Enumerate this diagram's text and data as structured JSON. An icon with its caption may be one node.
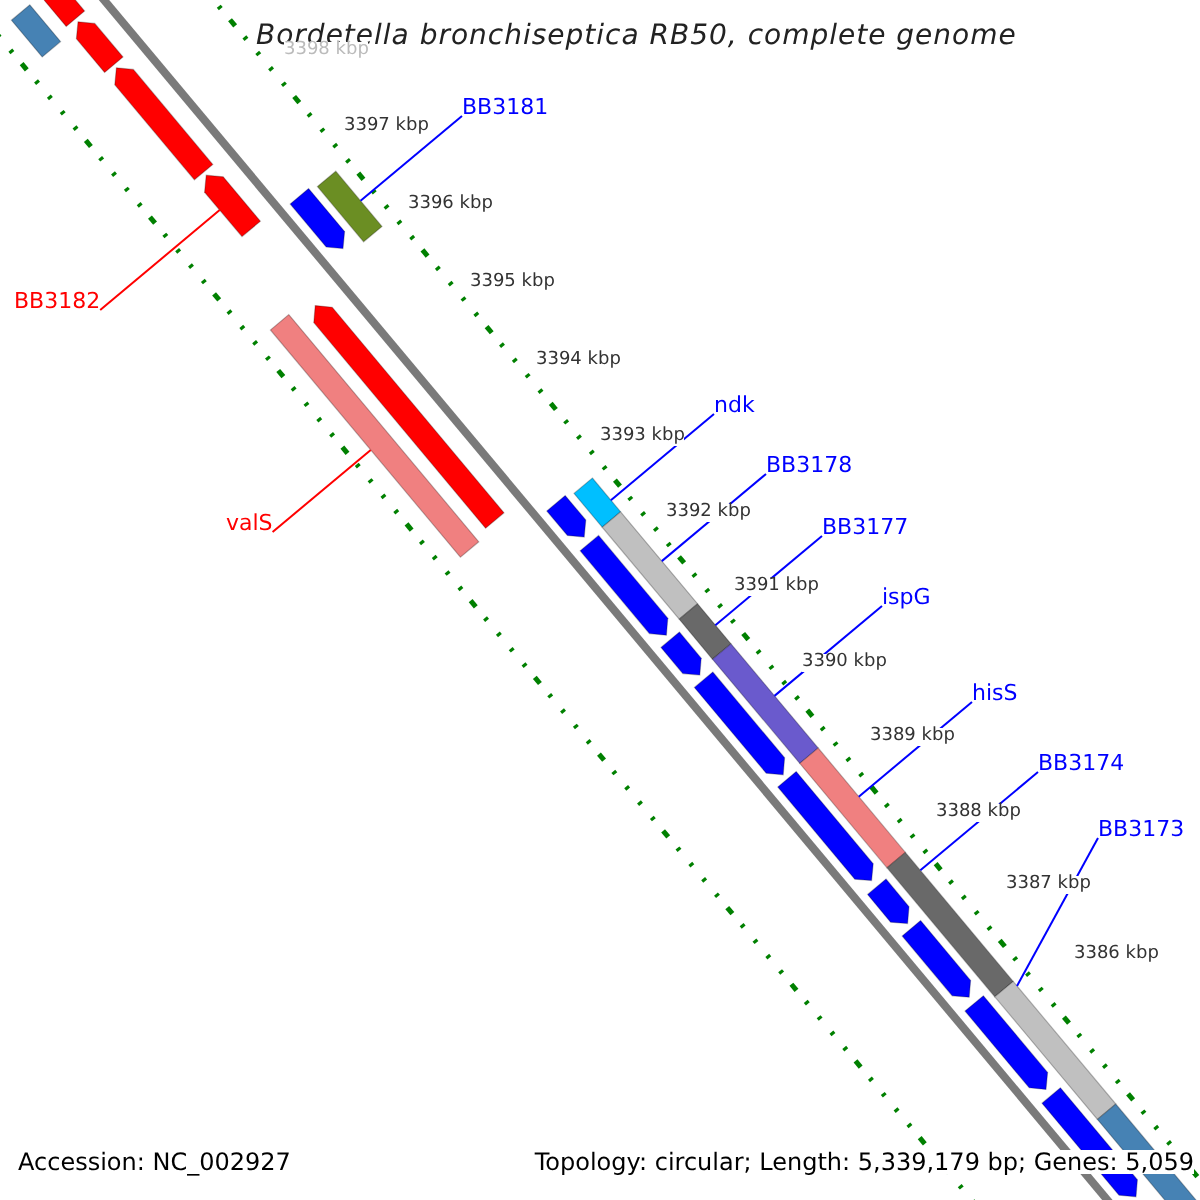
{
  "diagram": {
    "title": "Bordetella bronchiseptica RB50, complete genome",
    "nodes": [
      {
        "text": [
          "BB3181"
        ]
      },
      {
        "text": [],
        "shape": "bar"
      },
      {
        "text": [
          "BB3182"
        ]
      },
      {
        "text": [],
        "shape": "arrow"
      },
      {
        "text": [
          "valS"
        ]
      },
      {
        "text": [],
        "shape": "bar"
      },
      {
        "text": [
          "ndk"
        ]
      },
      {
        "text": [],
        "shape": "bar"
      },
      {
        "text": [
          "BB3178"
        ]
      },
      {
        "text": [],
        "shape": "bar"
      },
      {
        "text": [
          "BB3177"
        ]
      },
      {
        "text": [],
        "shape": "bar"
      },
      {
        "text": [
          "ispG"
        ]
      },
      {
        "text": [],
        "shape": "bar"
      },
      {
        "text": [
          "hisS"
        ]
      },
      {
        "text": [],
        "shape": "bar"
      },
      {
        "text": [
          "BB3174"
        ]
      },
      {
        "text": [],
        "shape": "bar"
      },
      {
        "text": [
          "BB3173"
        ]
      },
      {
        "text": [],
        "shape": "bar"
      },
      {
        "text": [],
        "shape": "arrow"
      },
      {
        "text": [],
        "shape": "bar"
      },
      {
        "text": [],
        "shape": "arrow"
      },
      {
        "text": [],
        "shape": "arrow"
      },
      {
        "text": [],
        "shape": "arrow"
      },
      {
        "text": [],
        "shape": "arrow"
      },
      {
        "text": [],
        "shape": "arrow"
      },
      {
        "text": [],
        "shape": "arrow"
      },
      {
        "text": [],
        "shape": "arrow"
      },
      {
        "text": [],
        "shape": "arrow"
      },
      {
        "text": [],
        "shape": "arrow"
      },
      {
        "text": [],
        "shape": "arrow"
      },
      {
        "text": [],
        "shape": "arrow"
      },
      {
        "text": [],
        "shape": "arrow"
      },
      {
        "text": [],
        "shape": "arrow"
      },
      {
        "text": [],
        "shape": "bar"
      }
    ],
    "edges": [
      {
        "from": 0,
        "to": 1,
        "arrow": "none"
      },
      {
        "from": 2,
        "to": 3,
        "arrow": "none",
        "color": "#ff0000"
      },
      {
        "from": 4,
        "to": 5,
        "arrow": "none",
        "color": "#ff0000"
      },
      {
        "from": 6,
        "to": 7,
        "arrow": "none"
      },
      {
        "from": 8,
        "to": 9,
        "arrow": "none"
      },
      {
        "from": 10,
        "to": 11,
        "arrow": "none"
      },
      {
        "from": 12,
        "to": 13,
        "arrow": "none"
      },
      {
        "from": 14,
        "to": 15,
        "arrow": "none"
      },
      {
        "from": 16,
        "to": 17,
        "arrow": "none"
      },
      {
        "from": 18,
        "to": 19,
        "arrow": "none"
      }
    ],
    "labels": [
      "3398 kbp",
      "3397 kbp",
      "3396 kbp",
      "3395 kbp",
      "3394 kbp",
      "3393 kbp",
      "3392 kbp",
      "3391 kbp",
      "3390 kbp",
      "3389 kbp",
      "3388 kbp",
      "3387 kbp",
      "3386 kbp",
      "Accession: NC_002927",
      "Topology: circular; Length: 5,339,179 bp; Genes: 5,059"
    ]
  }
}
